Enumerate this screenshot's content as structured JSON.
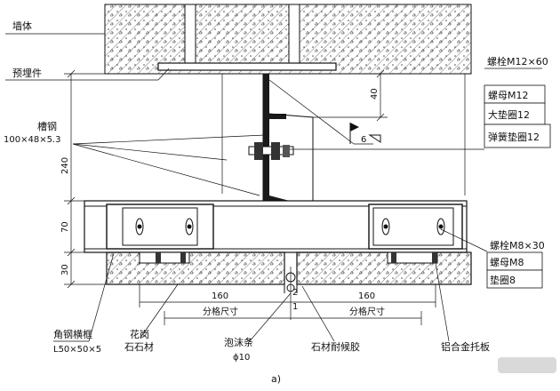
{
  "labels": {
    "wall": "墙体",
    "embedded_part": "预埋件",
    "channel_steel": "槽钢",
    "channel_spec": "100×48×5.3",
    "bolt_m12": "螺栓M12×60",
    "nut_m12": "螺母M12",
    "washer_large": "大垫圈12",
    "washer_spring": "弹簧垫圈12",
    "weld": "6",
    "bolt_m8": "螺栓M8×30",
    "nut_m8": "螺母M8",
    "washer_8": "垫圈8",
    "angle_frame": "角钢横框",
    "angle_spec": "L50×50×5",
    "granite_1": "花岗",
    "granite_2": "石石材",
    "foam_strip": "泡沫条",
    "foam_spec": "ϕ10",
    "stone_sealant": "石材耐候胶",
    "alu_plate": "铝合金托板",
    "figure_tag": "a)"
  },
  "dimensions": {
    "d40": "40",
    "d240": "240",
    "d70": "70",
    "d30": "30",
    "d160_left": "160",
    "d160_right": "160",
    "grid_left": "分格尺寸",
    "grid_right": "分格尺寸",
    "gap_1": "1",
    "gap_2": "2"
  }
}
